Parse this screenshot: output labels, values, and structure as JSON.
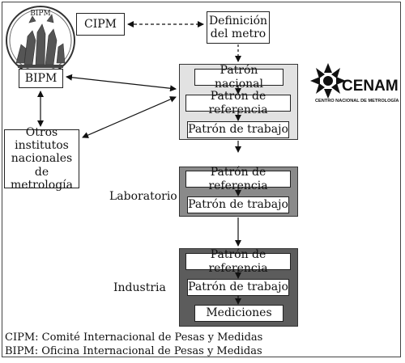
{
  "nodes": {
    "bipm_logo_text": "BIPM",
    "cipm": "CIPM",
    "definicion": "Definición\ndel metro",
    "bipm": "BIPM",
    "otros": "Otros\ninstitutos\nnacionales\nde metrología",
    "top_panel": [
      "Patrón nacional",
      "Patrón de referencia",
      "Patrón de trabajo"
    ],
    "lab_panel": [
      "Patrón de referencia",
      "Patrón de trabajo"
    ],
    "ind_panel": [
      "Patrón de referencia",
      "Patrón de trabajo",
      "Mediciones"
    ]
  },
  "labels": {
    "laboratorio": "Laboratorio",
    "industria": "Industria"
  },
  "logo": {
    "name": "CENAM",
    "subtitle": "CENTRO NACIONAL DE METROLOGÍA"
  },
  "legend": [
    "CIPM: Comité Internacional de Pesas y Medidas",
    "BIPM: Oficina Internacional de Pesas y Medidas"
  ],
  "colors": {
    "top_panel": "#e2e2e2",
    "lab_panel": "#8a8a8a",
    "ind_panel": "#5c5c5c"
  }
}
